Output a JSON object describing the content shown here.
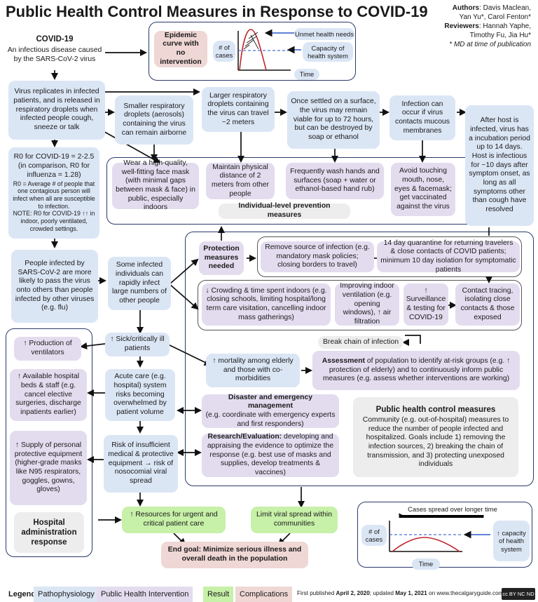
{
  "title": "Public Health Control Measures in Response to COVID-19",
  "authors": {
    "authors_label": "Authors",
    "authors_line1": ": Davis Maclean,",
    "authors_line2": "Yan Yu*, Carol Fenton*",
    "reviewers_label": "Reviewers",
    "reviewers_line1": ": Hannah Yaphe,",
    "reviewers_line2": "Timothy Fu, Jia Hu*",
    "note": "* MD at time of publication"
  },
  "nodes": {
    "covid_title": "COVID-19",
    "covid_desc": "An infectious disease caused by the SARS-CoV-2 virus",
    "epidemic_curve": "Epidemic curve with no intervention",
    "curve1_y": "# of cases",
    "curve1_x": "Time",
    "unmet_needs": "Unmet health needs",
    "capacity": "Capacity of health system",
    "virus_replicates": "Virus replicates in infected patients, and is released in respiratory droplets when infected people cough, sneeze or talk",
    "r0_line1": "R0 for COVID-19 = 2-2.5 (in comparison, R0 for influenza = 1.28)",
    "r0_line2": "R0 = Average # of people that one contagious person will infect when all are susceptible to infection.",
    "r0_line3": "NOTE: R0 for COVID-19 ↑↑ in indoor, poorly ventilated, crowded settings.",
    "smaller_droplets": "Smaller respiratory droplets (aerosols) containing the virus can remain airborne",
    "larger_droplets": "Larger respiratory droplets containing the virus can travel ~2 meters",
    "surface": "Once settled on a surface, the virus may remain viable for up to 72 hours, but can be destroyed by soap or ethanol",
    "mucous": "Infection can occur if virus contacts mucous membranes",
    "incubation": "After host is infected, virus has a incubation period up to 14 days. Host is infectious for ~10 days after symptom onset, as long as all symptoms other than cough have resolved",
    "mask": "Wear a high-quality, well-fitting face mask (with minimal gaps between mask & face) in public, especially indoors",
    "distance": "Maintain physical distance of 2 meters from other people",
    "wash": "Frequently wash hands and surfaces (soap + water or ethanol-based hand rub)",
    "avoid_touch": "Avoid touching mouth, nose, eyes & facemask; get vaccinated against the virus",
    "individual_label": "Individual-level prevention measures",
    "people_infected": "People infected by SARS-CoV-2 are more likely to pass the virus onto others than people infected by other viruses (e.g. flu)",
    "some_infected": "Some infected individuals can rapidly infect large numbers of other people",
    "protection": "Protection measures needed",
    "remove_source": "Remove source of infection (e.g. mandatory mask policies; closing borders to travel)",
    "quarantine": "14 day quarantine for returning travelers & close contacts of COVID patients; minimum 10 day isolation for symptomatic patients",
    "crowding": "↓ Crowding & time spent indoors (e.g. closing schools, limiting hospital/long term care visitation, cancelling indoor mass gatherings)",
    "ventilation": "Improving indoor ventilation (e.g. opening windows), ↑ air filtration",
    "surveillance": "↑ Surveillance & testing for COVID-19",
    "contact_tracing": "Contact tracing, isolating close contacts & those exposed",
    "break_chain": "Break chain of infection",
    "sick": "↑ Sick/critically ill patients",
    "ventilators": "↑ Production of ventilators",
    "beds": "↑ Available hospital beds & staff (e.g. cancel elective surgeries, discharge inpatients earlier)",
    "ppe": "↑ Supply of personal protective equipment (higher-grade masks like N95 respirators, goggles, gowns, gloves)",
    "hospital_admin": "Hospital administration response",
    "acute_care": "Acute care (e.g. hospital) system risks becoming overwhelmed by patient volume",
    "risk_insufficient": "Risk of insufficient medical & protective equipment → risk of nosocomial viral spread",
    "mortality": "↑ mortality among elderly and those with co-morbidities",
    "assessment_bold": "Assessment",
    "assessment_rest": " of population to identify at-risk groups (e.g. ↑ protection of elderly) and to continuously inform public measures (e.g. assess whether interventions are working)",
    "disaster_bold": "Disaster and emergency management",
    "disaster_rest": "(e.g. coordinate with emergency experts and first responders)",
    "research_bold": "Research/Evaluation:",
    "research_rest": " developing and appraising the evidence to optimize the response (e.g. best use of masks and supplies, develop treatments & vaccines)",
    "phcm_title": "Public health control measures",
    "phcm_desc": "Community (e.g. out-of-hospital) measures to reduce the number of people infected and hospitalized. Goals include 1) removing the infection sources, 2) breaking the chain of transmission, and 3) protecting unexposed individuals",
    "resources": "↑ Resources for urgent and critical patient care",
    "limit_spread": "Limit viral spread within communities",
    "end_goal": "End goal: Minimize serious illness and overall death in the population",
    "curve2_top": "Cases spread over longer time",
    "curve2_y": "# of cases",
    "curve2_x": "Time",
    "capacity2": "↑ capacity of health system"
  },
  "legend": {
    "label": "Legend:",
    "items": [
      "Pathophysiology",
      "Public Health Intervention",
      "Result",
      "Complications"
    ],
    "colors": [
      "#dbe6f5",
      "#e3dcef",
      "#c7f0a8",
      "#efd7d5"
    ],
    "footer_prefix": "First published ",
    "footer_date1": "April 2, 2020",
    "footer_mid": "; updated ",
    "footer_date2": "May 1, 2021",
    "footer_suffix": " on www.thecalgaryguide.com",
    "license": "cc BY NC ND"
  }
}
